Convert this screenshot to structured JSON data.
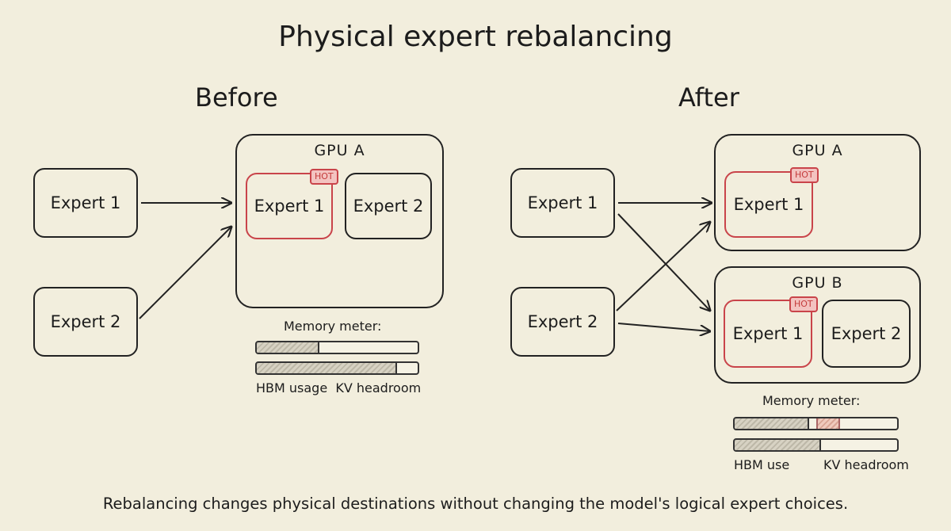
{
  "title": "Physical expert rebalancing",
  "before": {
    "heading": "Before",
    "logical_experts": [
      "Expert 1",
      "Expert 2"
    ],
    "gpu_a": {
      "label": "GPU A",
      "slots": [
        {
          "label": "Expert 1",
          "hot": true,
          "badge": "HOT"
        },
        {
          "label": "Expert 2",
          "hot": false
        }
      ]
    },
    "memory": {
      "label": "Memory meter:",
      "legend": "HBM usage  KV headroom",
      "hbm_fraction": 0.38,
      "kv_fraction": 0.86
    }
  },
  "after": {
    "heading": "After",
    "logical_experts": [
      "Expert 1",
      "Expert 2"
    ],
    "gpu_a": {
      "label": "GPU A",
      "slots": [
        {
          "label": "Expert 1",
          "hot": true,
          "badge": "HOT"
        }
      ]
    },
    "gpu_b": {
      "label": "GPU B",
      "slots": [
        {
          "label": "Expert 1",
          "hot": true,
          "badge": "HOT"
        },
        {
          "label": "Expert 2",
          "hot": false
        }
      ]
    },
    "memory": {
      "label": "Memory meter:",
      "hbm_label": "HBM use",
      "kv_label": "KV headroom",
      "hbm_fraction": 0.45,
      "hbm_hot_fraction": 0.13,
      "kv_fraction": 0.52
    }
  },
  "caption": "Rebalancing changes physical destinations without changing the model's logical expert choices.",
  "colors": {
    "background": "#f2eedd",
    "ink": "#1c1c1c",
    "hot_border": "#c9444a",
    "hot_badge_fill": "#f3c3c0"
  }
}
